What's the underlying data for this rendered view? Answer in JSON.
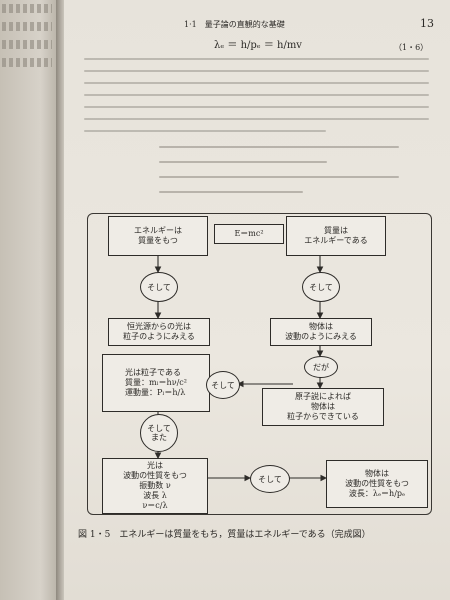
{
  "header": {
    "section": "1·1　量子論の直観的な基礎",
    "page_number": "13"
  },
  "equation_ref": "（1・6）",
  "figure": {
    "box_energy_mass": "エネルギーは\n質量をもつ",
    "relation_label": "E＝mc²",
    "box_mass_energy": "質量は\nエネルギーである",
    "oval_and_1": "そして",
    "oval_and_2": "そして",
    "box_light_particle_view": "恒光源からの光は\n粒子のようにみえる",
    "box_object_wave_view": "物体は\n波動のようにみえる",
    "oval_but": "だが",
    "box_light_is_particle": "光は粒子である\n質量：mₗ＝hν/c²\n運動量：Pₗ＝h/λ",
    "oval_and_3": "そして",
    "box_atomic_theory": "原子説によれば\n物体は\n粒子からできている",
    "oval_and_also": "そして\nまた",
    "box_light_wave": "光は\n波動の性質をもつ\n振動数 ν\n波長 λ\nν＝c/λ",
    "oval_and_4": "そして",
    "box_object_wave": "物体は\n波動の性質をもつ\n波長：λₑ＝h/pₑ"
  },
  "caption": "図 1・5　エネルギーは質量をもち，質量はエネルギーである（完成図）"
}
